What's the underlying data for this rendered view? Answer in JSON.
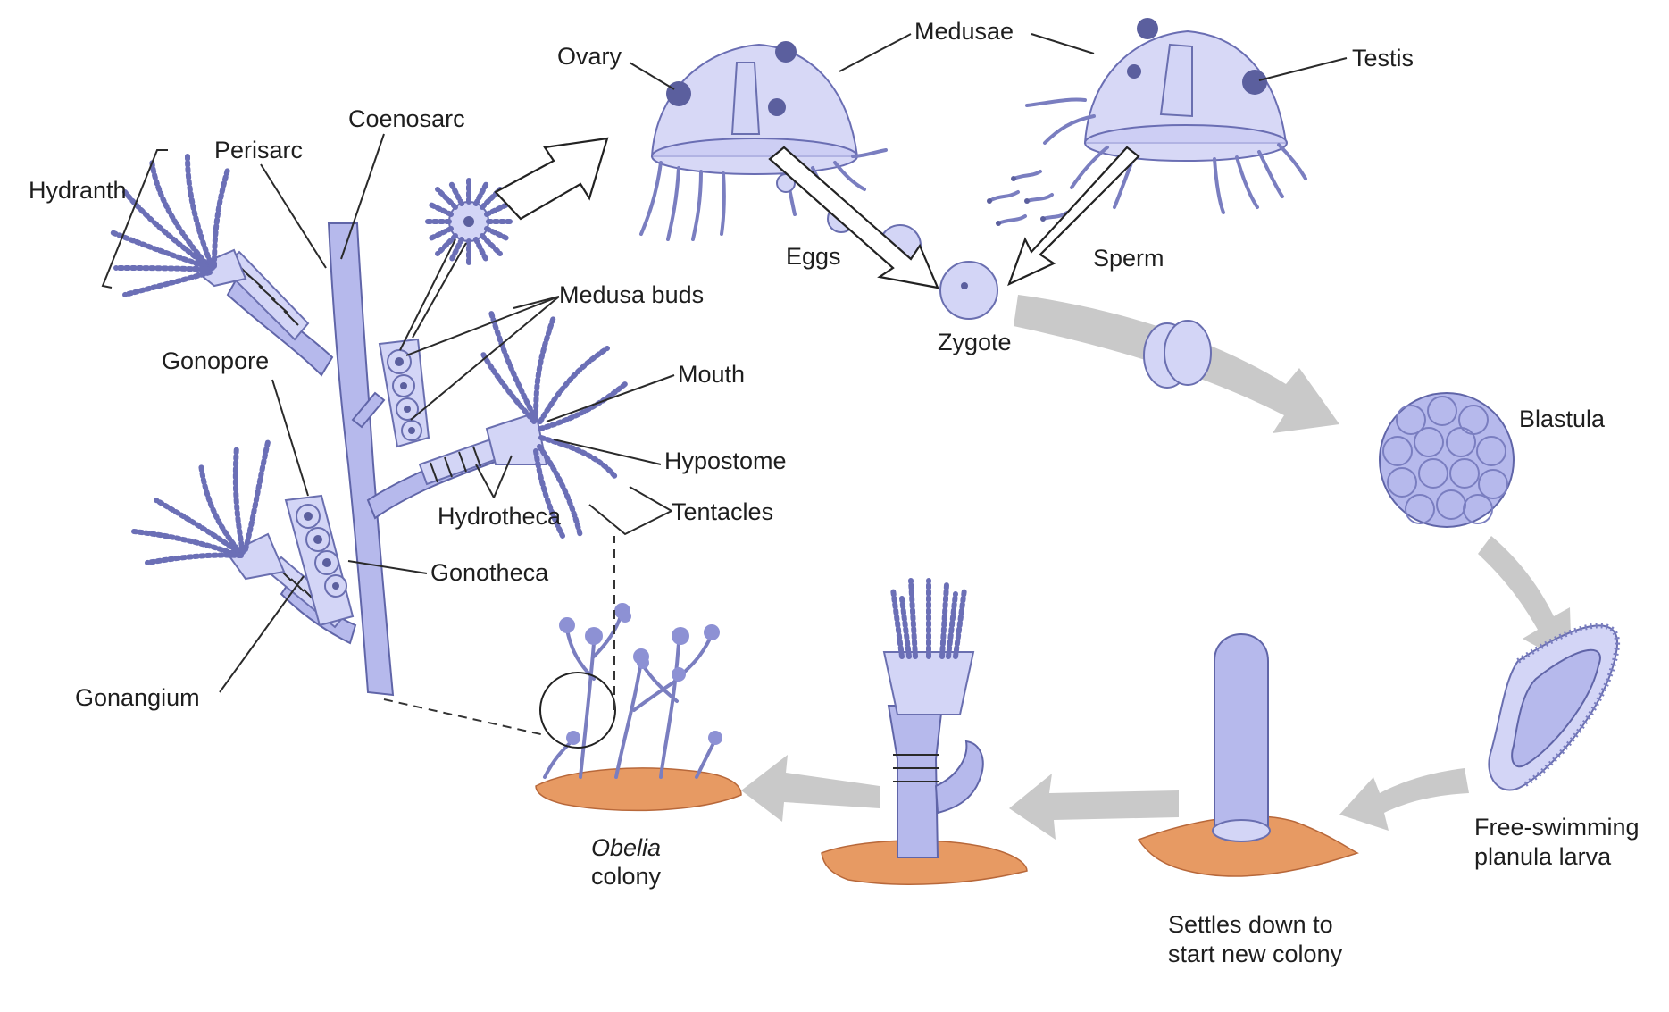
{
  "labels": {
    "hydranth": "Hydranth",
    "perisarc": "Perisarc",
    "coenosarc": "Coenosarc",
    "ovary": "Ovary",
    "medusae": "Medusae",
    "testis": "Testis",
    "medusa_buds": "Medusa buds",
    "mouth": "Mouth",
    "hypostome": "Hypostome",
    "gonopore": "Gonopore",
    "hydrotheca": "Hydrotheca",
    "tentacles": "Tentacles",
    "gonotheca": "Gonotheca",
    "gonangium": "Gonangium",
    "eggs": "Eggs",
    "sperm": "Sperm",
    "zygote": "Zygote",
    "blastula": "Blastula",
    "planula_line1": "Free-swimming",
    "planula_line2": "planula larva",
    "settles_line1": "Settles down to",
    "settles_line2": "start new colony",
    "obelia_line1": "Obelia",
    "obelia_line2": "colony"
  },
  "colors": {
    "organism": "#b6b9ec",
    "organism_dark": "#5b5f9e",
    "substrate": "#e79a63",
    "flow_arrow": "#c9c9c9"
  }
}
